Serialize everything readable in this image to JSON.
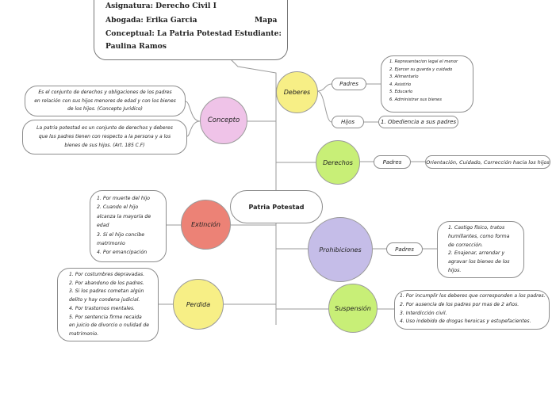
{
  "header": {
    "line1": "Asignatura: Derecho Civil I",
    "line2a": "Abogada: Erika Garcia",
    "line2b": "Mapa",
    "line3": "Conceptual: La Patria Potestad  Estudiante:",
    "line4": "Paulina Ramos"
  },
  "center": "Patria Potestad",
  "colors": {
    "deberes": "#f7ef86",
    "concepto": "#efc3e8",
    "derechos": "#c8ef77",
    "extincion": "#ec8276",
    "prohibiciones": "#c5bde8",
    "perdida": "#f7ef86",
    "suspension": "#c8ef77"
  },
  "nodes": {
    "deberes": "Deberes",
    "concepto": "Concepto",
    "derechos": "Derechos",
    "extincion": "Extinción",
    "prohibiciones": "Prohibiciones",
    "perdida": "Perdida",
    "suspension": "Suspensión"
  },
  "deberes": {
    "padres_label": "Padres",
    "padres_items": [
      "1.  Representacion legal el menor",
      "2.  Ejercer su guarda y cuidado",
      "3.  Alimentarlo",
      "4.  Asistirlo",
      "5.  Educarlo",
      "6.  Administrar sus bienes"
    ],
    "hijos_label": "Hijos",
    "hijos_item": "1. Obediencia a sus padres"
  },
  "concepto": {
    "note1": [
      "Es el conjunto de derechos y obligaciones de los padres",
      "en relación con sus hijos menores de edad y con los bienes",
      "de los hijos.  (Concepto Juridico)"
    ],
    "note2": [
      "La patria potestad es un conjunto de derechos y deberes",
      "que los padres tienen con respecto a la persona y a los",
      "bienes de sus hijos.  (Art. 185 C.F)"
    ]
  },
  "derechos": {
    "padres_label": "Padres",
    "item": "Orientación, Cuidado, Corrección hacia los hijos"
  },
  "extincion": {
    "items": [
      "1. Por muerte del hijo",
      "2. Cuando el hijo",
      "alcanza la mayoría de",
      "edad",
      "3. Si el hijo concibe",
      "matrimonio",
      "4. Por emancipación"
    ]
  },
  "prohibiciones": {
    "padres_label": "Padres",
    "items": [
      "1. Castigo físico, tratos",
      "humillantes, como forma",
      "de corrección.",
      "2. Enajenar, arrendar y",
      "agravar los bienes de los",
      "hijos."
    ]
  },
  "perdida": {
    "items": [
      "1. Por costumbres depravadas.",
      "2. Por abandono de los padres.",
      "3. Si los padres cometan algún",
      "delito y hay condena judicial.",
      "4. Por trastornos mentales.",
      "5. Por sentencia firme recaida",
      "en juicio de divorcio o nulidad de",
      "matrimonio."
    ]
  },
  "suspension": {
    "items": [
      "1. Por incumplir los deberes que corresponden a los padres.",
      "2. Por ausencia de los padres por mas de 2 años.",
      "3. Interdicción civil.",
      "4. Uso indebido de drogas heroicas y estupefacientes."
    ]
  }
}
